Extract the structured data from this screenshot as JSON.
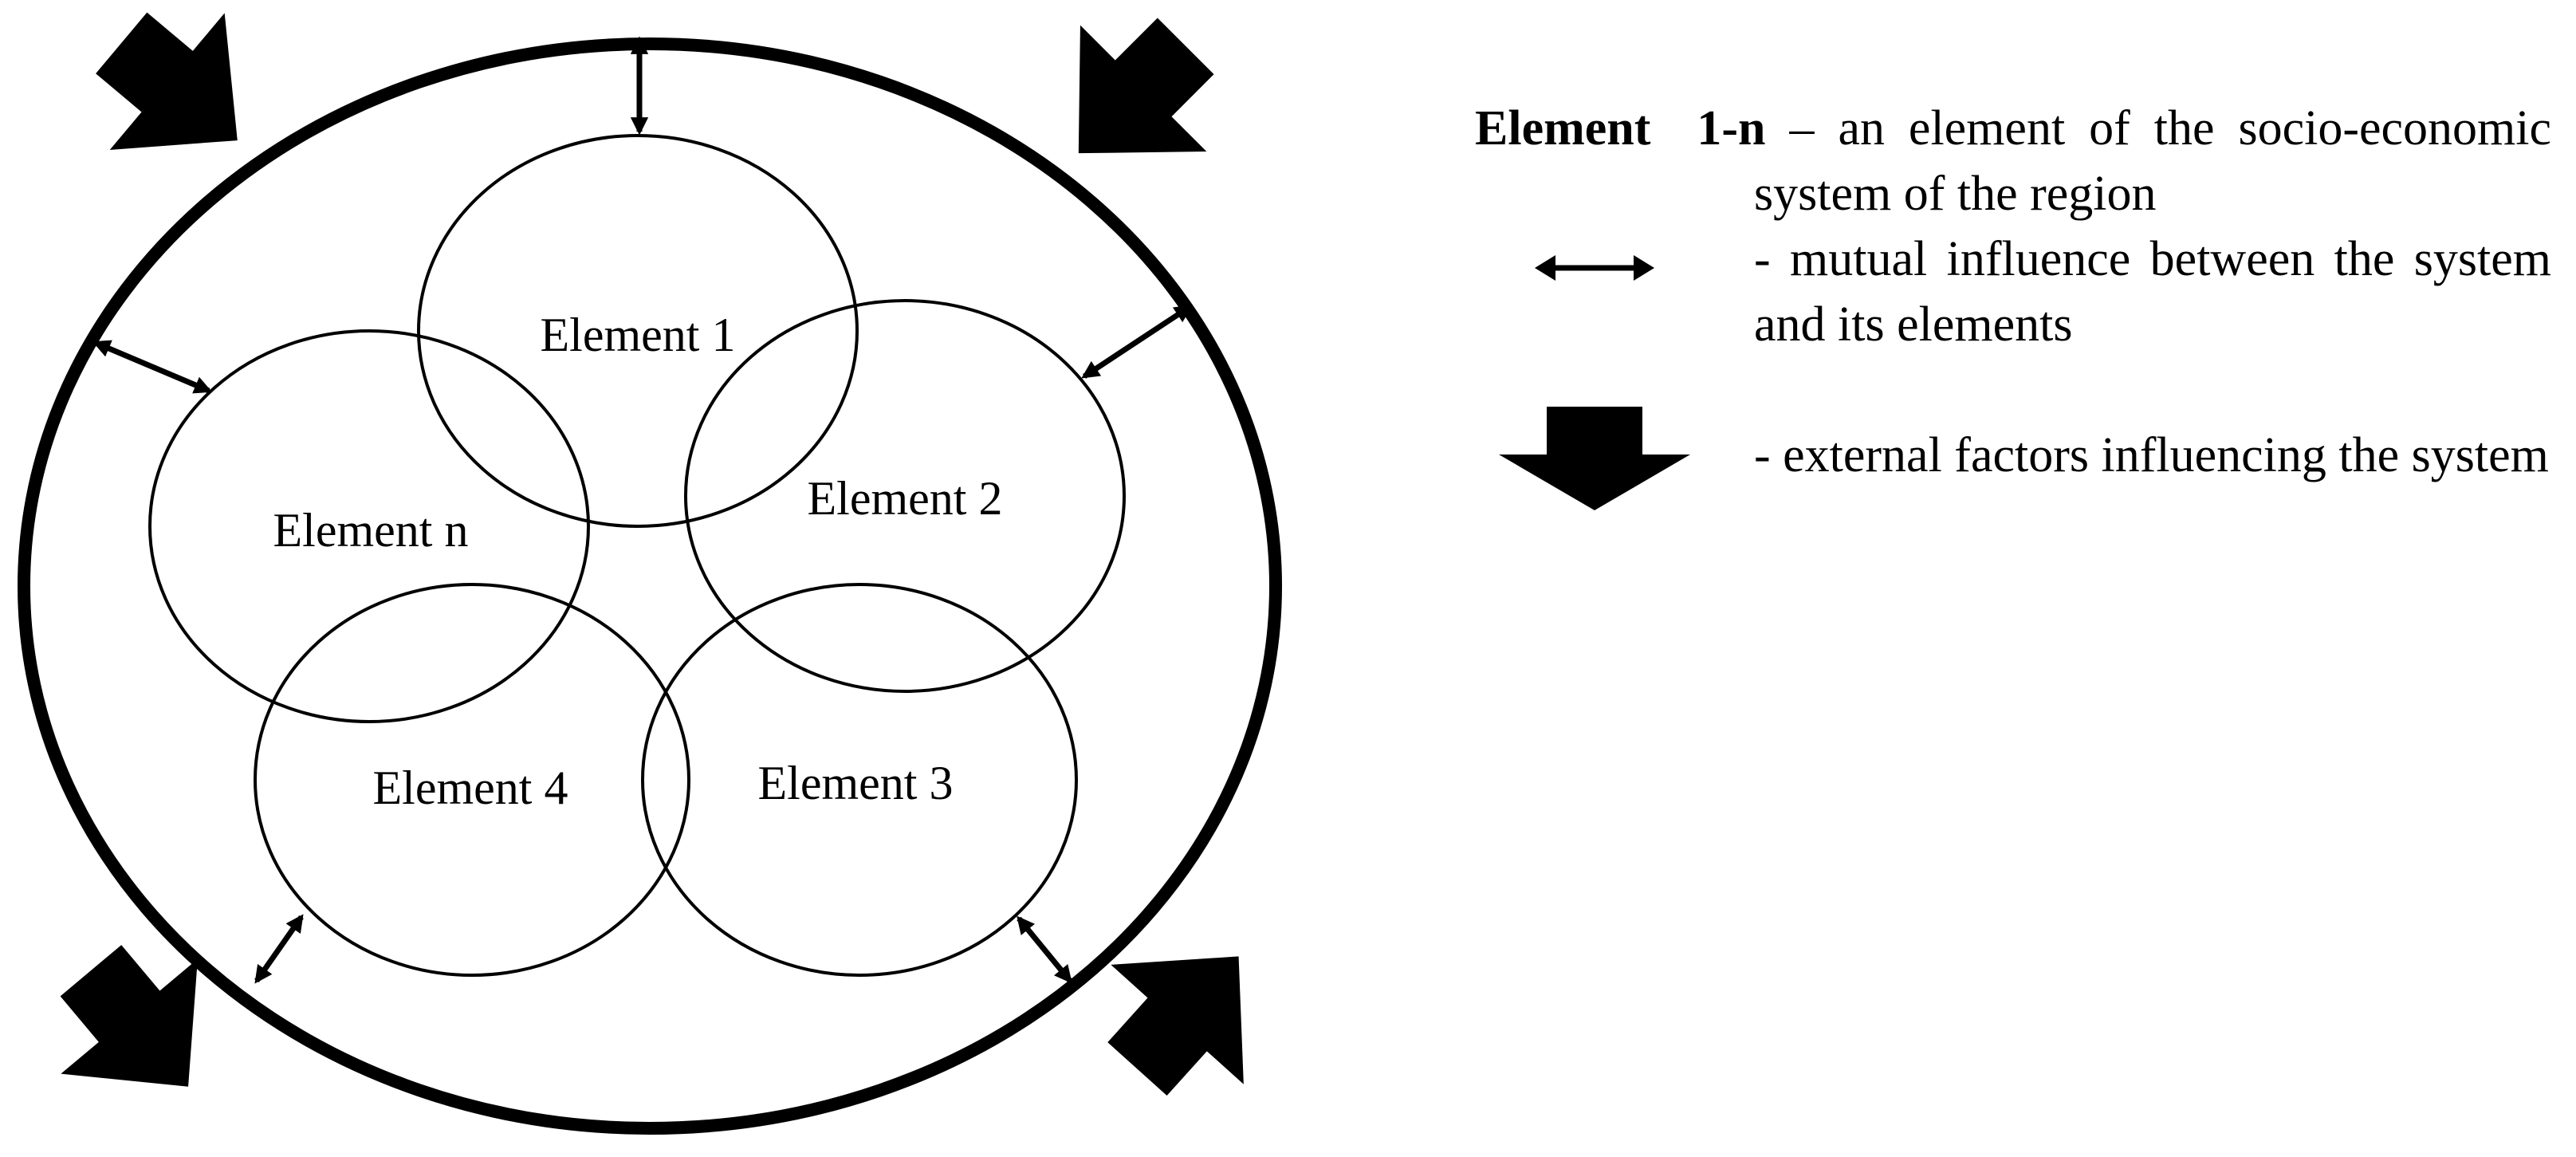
{
  "diagram": {
    "elements": [
      {
        "id": "element-1",
        "label": "Element 1"
      },
      {
        "id": "element-2",
        "label": "Element 2"
      },
      {
        "id": "element-3",
        "label": "Element 3"
      },
      {
        "id": "element-4",
        "label": "Element 4"
      },
      {
        "id": "element-n",
        "label": "Element n"
      }
    ]
  },
  "legend": {
    "element_term": "Element 1-n",
    "element_desc": " – an element of the socio-economic system of the region",
    "mutual_desc": "- mutual influence between the system and its elements",
    "external_desc": "- external factors influencing the system"
  },
  "icons": {
    "mutual_influence": "double-headed-arrow-icon",
    "external_factor": "block-arrow-icon"
  },
  "colors": {
    "stroke": "#000000",
    "background": "#ffffff"
  }
}
